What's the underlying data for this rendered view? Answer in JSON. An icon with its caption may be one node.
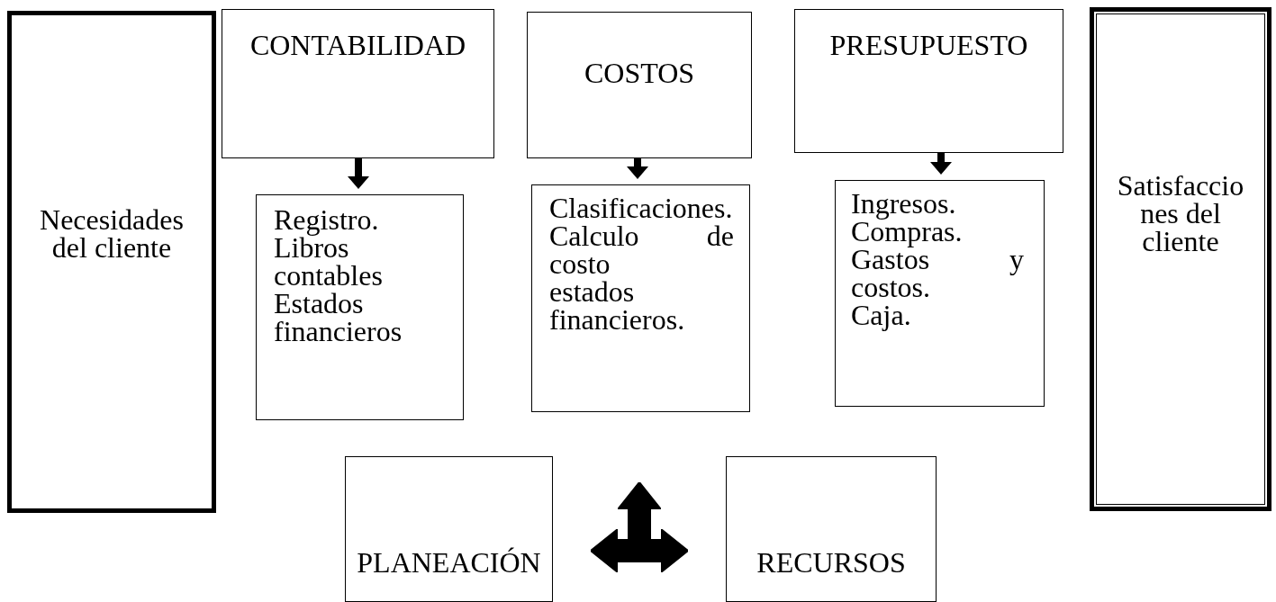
{
  "diagram": {
    "nodes": [
      {
        "text": [
          "Necesidades del cliente"
        ]
      },
      {
        "text": [
          "CONTABILIDAD"
        ]
      },
      {
        "text": [
          "Registro.",
          "Libros contables",
          "Estados financieros"
        ]
      },
      {
        "text": [
          "COSTOS"
        ]
      },
      {
        "text": [
          "Clasificaciones.",
          "Calculo de costo",
          "estados financieros."
        ]
      },
      {
        "text": [
          "PRESUPUESTO"
        ]
      },
      {
        "text": [
          "Ingresos.",
          "Compras.",
          "Gastos y costos.",
          "Caja."
        ]
      },
      {
        "text": [
          "Satisfacciones del cliente"
        ]
      },
      {
        "text": [
          "PLANEACIÓN"
        ]
      },
      {
        "text": [
          "RECURSOS"
        ]
      }
    ],
    "edges": [
      {
        "from": 1,
        "to": 2,
        "arrow": "to"
      },
      {
        "from": 3,
        "to": 4,
        "arrow": "to"
      },
      {
        "from": 5,
        "to": 6,
        "arrow": "to"
      },
      {
        "from": 8,
        "to": 9,
        "arrow": "both",
        "style": "thick"
      }
    ]
  }
}
